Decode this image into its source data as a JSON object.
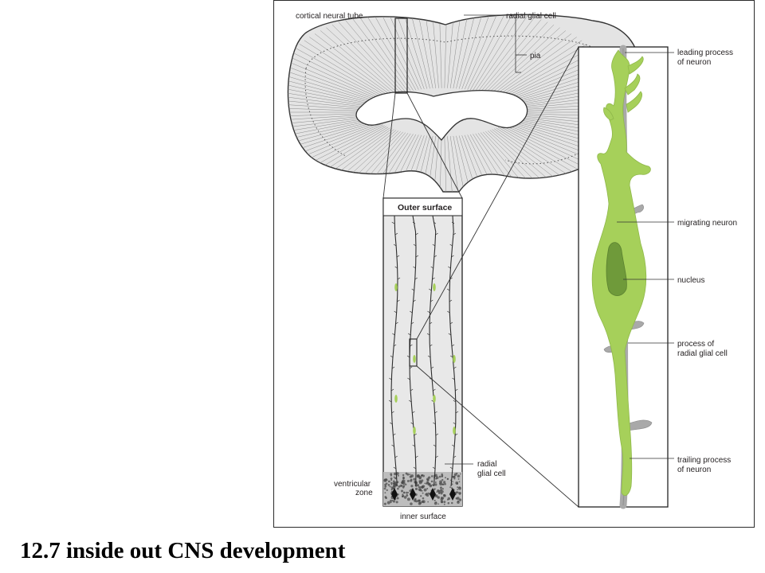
{
  "figure": {
    "labels": {
      "cortical_neural_tube": "cortical neural tube",
      "radial_glial_cell_top": "radial glial cell",
      "pia": "pia",
      "outer_surface": "Outer surface",
      "ventricular_zone_1": "ventricular",
      "ventricular_zone_2": "zone",
      "radial_glial_cell_bottom_1": "radial",
      "radial_glial_cell_bottom_2": "glial cell",
      "inner_surface": "inner surface",
      "leading_process_1": "leading process",
      "leading_process_2": "of neuron",
      "migrating_neuron": "migrating neuron",
      "nucleus": "nucleus",
      "process_radial_1": "process of",
      "process_radial_2": "radial glial cell",
      "trailing_process_1": "trailing process",
      "trailing_process_2": "of neuron"
    },
    "colors": {
      "neuron_green": "#a6d05a",
      "nucleus_green": "#6f9a3a",
      "glia_gray": "#a9a9a9",
      "tube_fill": "#e4e4e4",
      "ventricular_fill": "#bdbdbd"
    }
  },
  "caption": "12.7 inside out CNS development"
}
